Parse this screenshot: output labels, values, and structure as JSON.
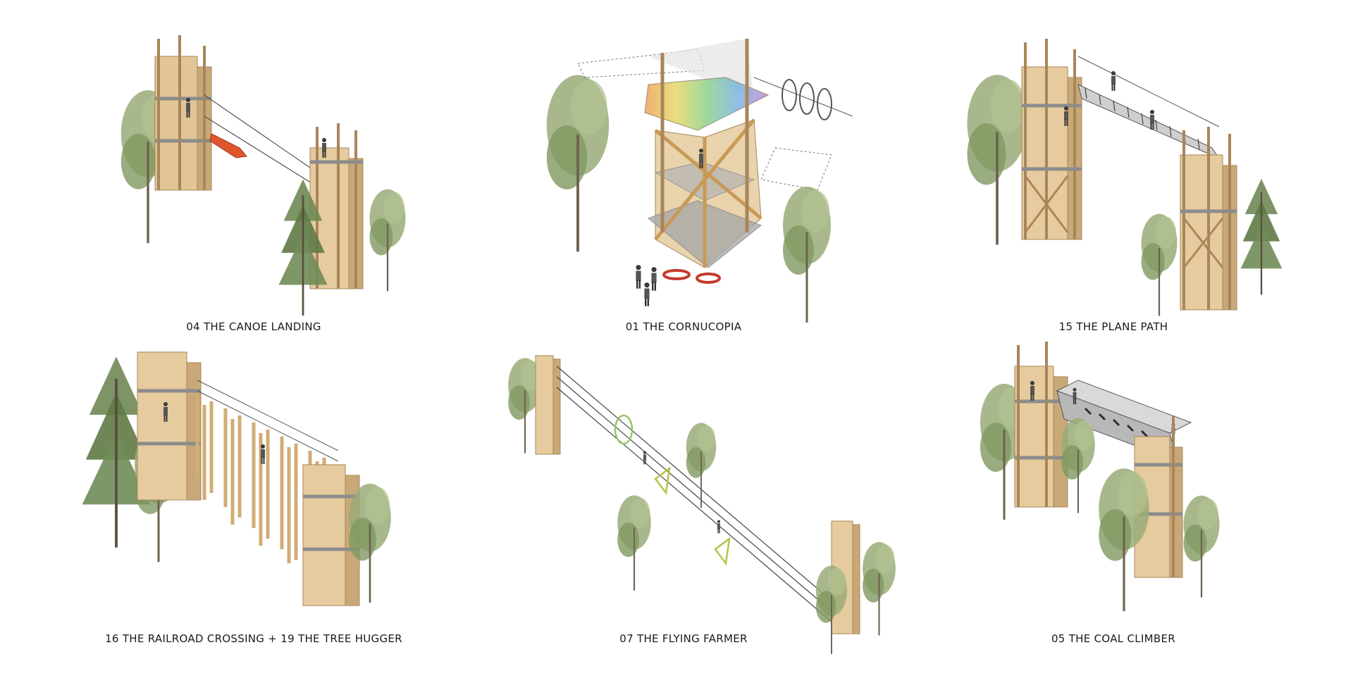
{
  "panels": [
    {
      "caption": "04 THE CANOE LANDING"
    },
    {
      "caption": "01 THE CORNUCOPIA"
    },
    {
      "caption": "15 THE PLANE PATH"
    },
    {
      "caption": "16 THE RAILROAD CROSSING + 19 THE TREE HUGGER"
    },
    {
      "caption": "07 THE FLYING FARMER"
    },
    {
      "caption": "05 THE COAL CLIMBER"
    }
  ],
  "colors": {
    "timber": "#d9b98a",
    "timber_dark": "#a8865a",
    "deck": "#9a9a9a",
    "foliage": "#8fa06e",
    "foliage_dark": "#5f7a45",
    "canoe": "#e0552e",
    "cable": "#555555"
  }
}
